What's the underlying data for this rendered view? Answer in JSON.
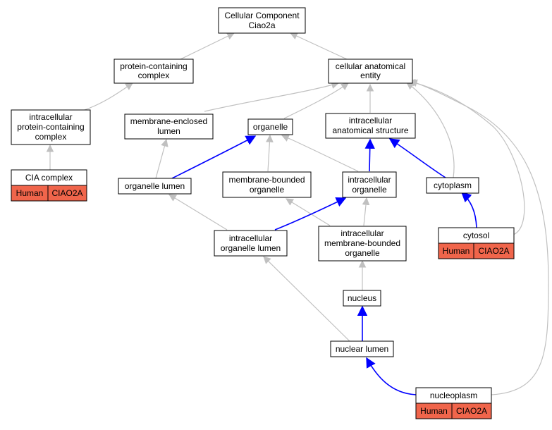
{
  "colors": {
    "annotation_fill": "#f0654b",
    "edge_grey": "#c0c0c0",
    "edge_blue": "#0000ff"
  },
  "nodes": {
    "root": [
      "Cellular Component",
      "Ciao2a"
    ],
    "protein_complex": [
      "protein-containing",
      "complex"
    ],
    "cellular_entity": [
      "cellular anatomical",
      "entity"
    ],
    "intracellular_complex": [
      "intracellular",
      "protein-containing",
      "complex"
    ],
    "membrane_enclosed_lumen": [
      "membrane-enclosed",
      "lumen"
    ],
    "organelle": [
      "organelle"
    ],
    "intracellular_structure": [
      "intracellular",
      "anatomical structure"
    ],
    "cia_complex": [
      "CIA complex"
    ],
    "organelle_lumen": [
      "organelle lumen"
    ],
    "membrane_bounded_organelle": [
      "membrane-bounded",
      "organelle"
    ],
    "intracellular_organelle": [
      "intracellular",
      "organelle"
    ],
    "cytoplasm": [
      "cytoplasm"
    ],
    "intracellular_organelle_lumen": [
      "intracellular",
      "organelle lumen"
    ],
    "intracellular_membrane_bounded_organelle": [
      "intracellular",
      "membrane-bounded",
      "organelle"
    ],
    "cytosol": [
      "cytosol"
    ],
    "nucleus": [
      "nucleus"
    ],
    "nuclear_lumen": [
      "nuclear lumen"
    ],
    "nucleoplasm": [
      "nucleoplasm"
    ]
  },
  "annotations": {
    "cia_complex": [
      "Human",
      "CIAO2A"
    ],
    "cytosol": [
      "Human",
      "CIAO2A"
    ],
    "nucleoplasm": [
      "Human",
      "CIAO2A"
    ]
  }
}
